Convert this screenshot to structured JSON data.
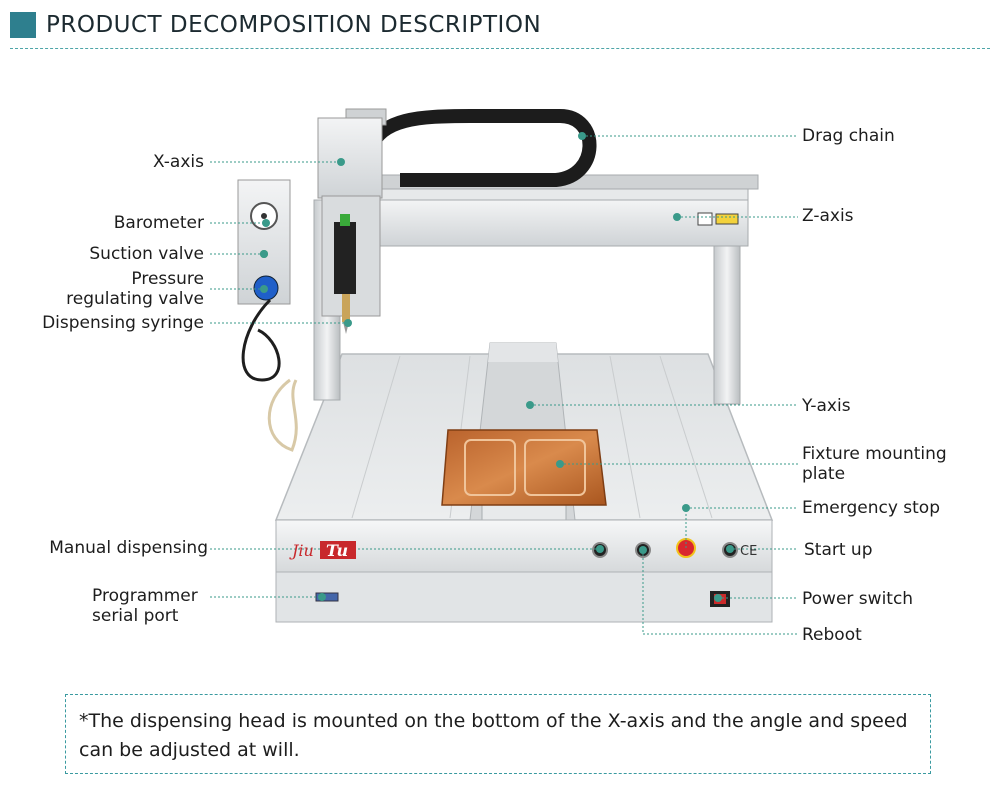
{
  "header": {
    "title": "PRODUCT DECOMPOSITION DESCRIPTION"
  },
  "machine": {
    "brand_part1": "Jiu",
    "brand_part2": "Tu",
    "ce_mark": "CE",
    "colors": {
      "accent": "#2e7f8e",
      "callout": "#3a9a8a",
      "brand_red": "#c8282c",
      "fixture": "#c9753f",
      "estop": "#d9272e"
    }
  },
  "callouts": {
    "x_axis": "X-axis",
    "barometer": "Barometer",
    "suction_valve": "Suction valve",
    "pressure_valve_line1": "Pressure",
    "pressure_valve_line2": "regulating valve",
    "dispensing_syringe": "Dispensing syringe",
    "manual_dispensing": "Manual dispensing",
    "programmer_line1": "Programmer",
    "programmer_line2": "serial port",
    "drag_chain": "Drag chain",
    "z_axis": "Z-axis",
    "y_axis": "Y-axis",
    "fixture_line1": "Fixture mounting",
    "fixture_line2": "plate",
    "emergency_stop": "Emergency stop",
    "start_up": "Start up",
    "power_switch": "Power switch",
    "reboot": "Reboot"
  },
  "note": {
    "text": "*The dispensing head is mounted on the bottom of the X-axis and the angle and speed can be adjusted at will."
  }
}
